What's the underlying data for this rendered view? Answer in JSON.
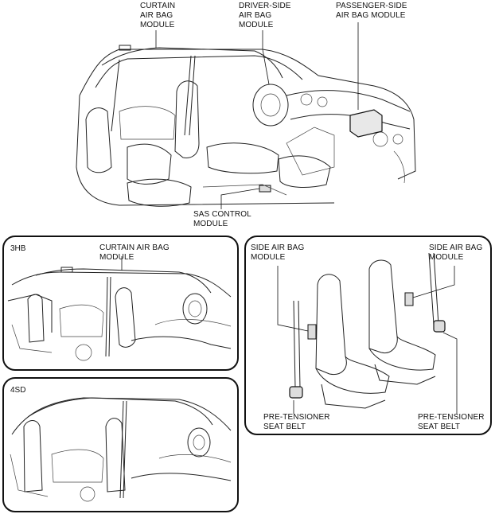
{
  "top": {
    "labels": {
      "curtain": "CURTAIN\nAIR BAG\nMODULE",
      "driver": "DRIVER-SIDE\nAIR BAG\nMODULE",
      "passenger": "PASSENGER-SIDE\nAIR BAG MODULE",
      "sas": "SAS CONTROL\nMODULE"
    }
  },
  "panel_3hb": {
    "tag": "3HB",
    "label": "CURTAIN AIR BAG\nMODULE"
  },
  "panel_4sd": {
    "tag": "4SD"
  },
  "panel_seats": {
    "side_left": "SIDE AIR BAG\nMODULE",
    "side_right": "SIDE AIR BAG\nMODULE",
    "pt_left": "PRE-TENSIONER\nSEAT BELT",
    "pt_right": "PRE-TENSIONER\nSEAT BELT"
  },
  "colors": {
    "line": "#222222",
    "background": "#ffffff"
  }
}
